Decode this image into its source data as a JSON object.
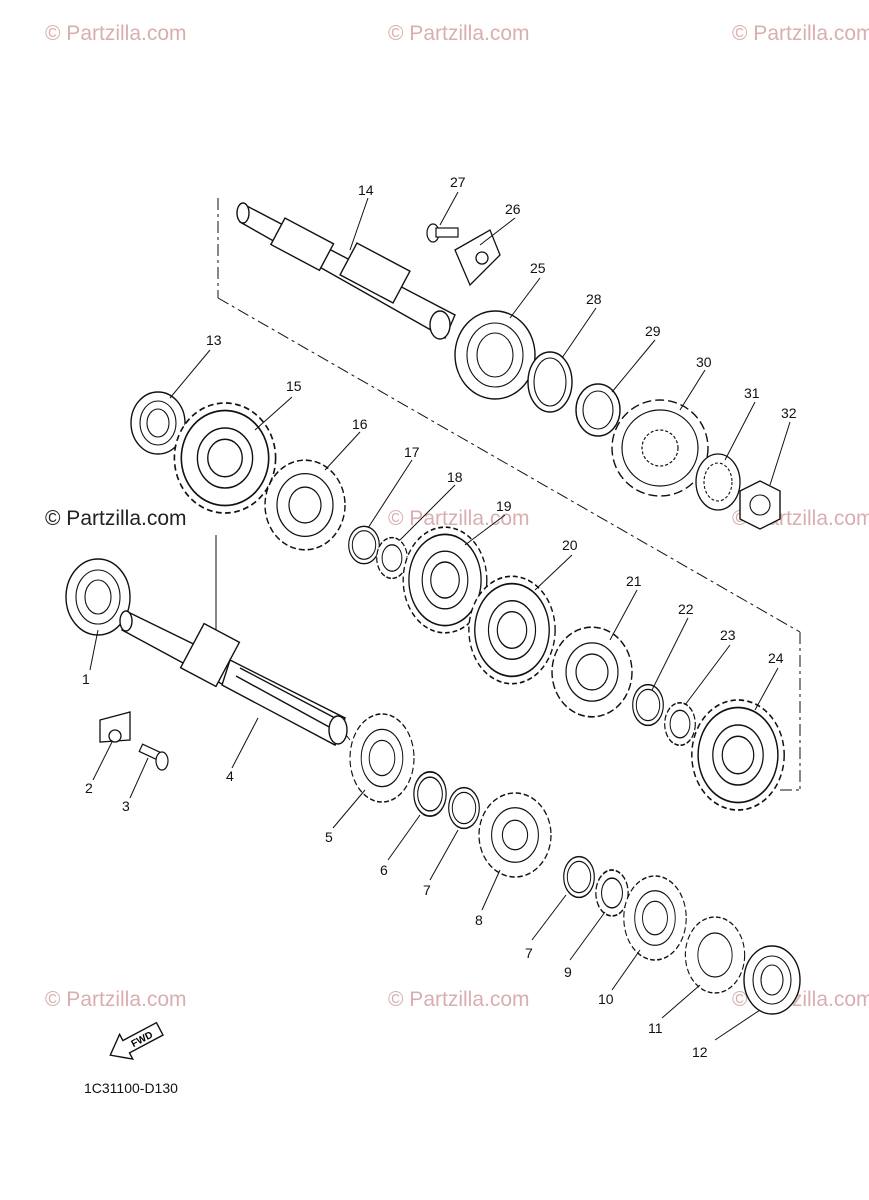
{
  "watermarks": {
    "light": "© Partzilla.com",
    "dark": "© Partzilla.com"
  },
  "diagram": {
    "catalog_code": "1C31100-D130",
    "fwd_label": "FWD",
    "callouts": [
      "1",
      "2",
      "3",
      "4",
      "5",
      "6",
      "7",
      "7",
      "8",
      "9",
      "10",
      "11",
      "12",
      "13",
      "14",
      "15",
      "16",
      "17",
      "18",
      "19",
      "20",
      "21",
      "22",
      "23",
      "24",
      "25",
      "26",
      "27",
      "28",
      "29",
      "30",
      "31",
      "32"
    ]
  },
  "colors": {
    "line": "#111111",
    "watermark": "#d9aeae",
    "background": "#ffffff"
  }
}
